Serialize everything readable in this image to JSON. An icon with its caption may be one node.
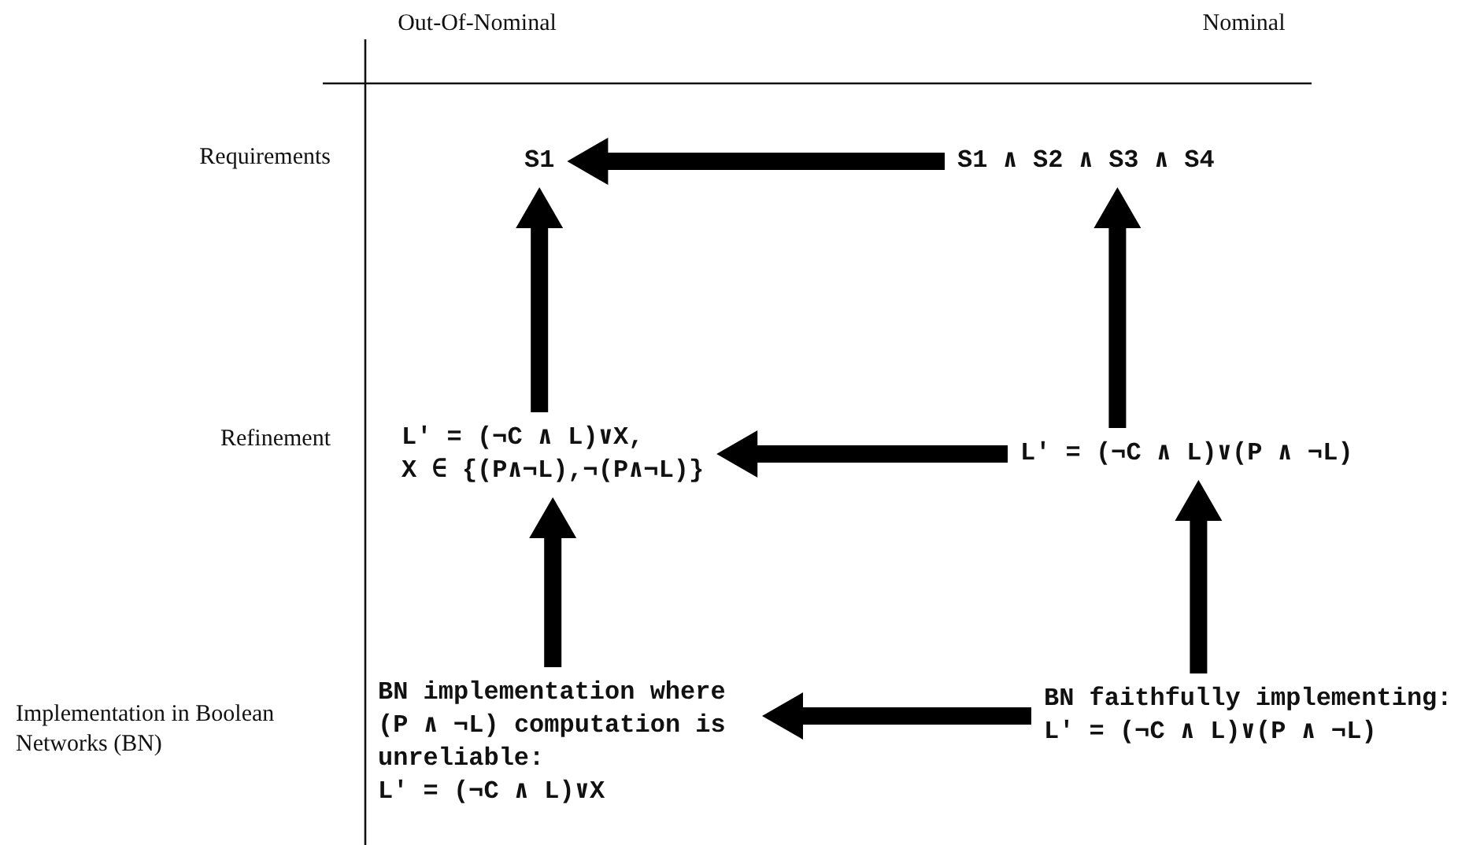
{
  "diagram": {
    "nodes": [
      {
        "text": [
          "S1"
        ]
      },
      {
        "text": [
          "S1 ∧ S2 ∧ S3 ∧ S4"
        ]
      },
      {
        "text": [
          "L' = (¬C ∧ L)∨X,",
          "X ∈ {(P∧¬L),¬(P∧¬L)}"
        ]
      },
      {
        "text": [
          "L' = (¬C ∧ L)∨(P ∧ ¬L)"
        ]
      },
      {
        "text": [
          "BN implementation where (P ∧ ¬L) computation is unreliable:",
          "L' = (¬C ∧ L)∨X"
        ]
      },
      {
        "text": [
          "BN faithfully implementing:",
          "L' = (¬C ∧ L)∨(P ∧ ¬L)"
        ]
      }
    ],
    "edges": [
      {
        "from": 1,
        "to": 0,
        "arrow": "to"
      },
      {
        "from": 2,
        "to": 0,
        "arrow": "to"
      },
      {
        "from": 3,
        "to": 1,
        "arrow": "to"
      },
      {
        "from": 3,
        "to": 2,
        "arrow": "to"
      },
      {
        "from": 4,
        "to": 2,
        "arrow": "to"
      },
      {
        "from": 5,
        "to": 3,
        "arrow": "to"
      },
      {
        "from": 5,
        "to": 4,
        "arrow": "to"
      }
    ],
    "labels": [
      "Out-Of-Nominal",
      "Nominal",
      "Requirements",
      "Refinement",
      "Implementation in Boolean Networks (BN)"
    ]
  }
}
